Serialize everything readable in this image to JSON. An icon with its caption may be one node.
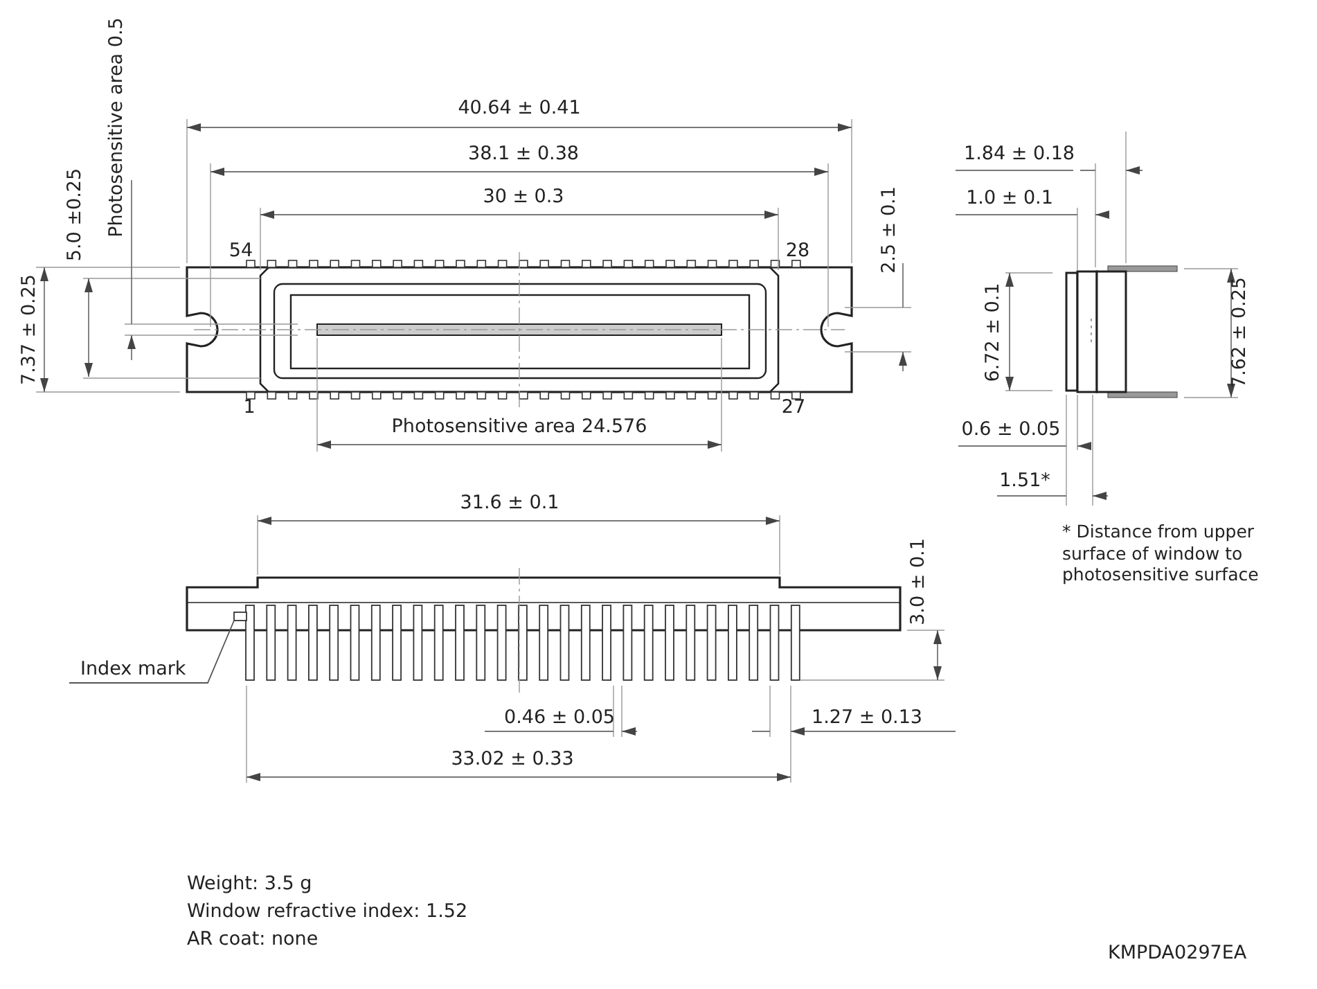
{
  "diagram": {
    "nodes": [
      {
        "text": [
          "Index mark"
        ]
      },
      {
        "text": [],
        "shape": "box"
      }
    ],
    "edges": [
      {
        "from": 0,
        "to": 1,
        "arrow": "none"
      }
    ],
    "labels": [
      "40.64 ± 0.41",
      "38.1 ± 0.38",
      "30 ± 0.3",
      "54",
      "28",
      "Photosensitive area 0.5",
      "5.0 ±0.25",
      "7.37 ± 0.25",
      "2.5 ± 0.1",
      "1",
      "27",
      "Photosensitive area 24.576",
      "1.84 ± 0.18",
      "1.0 ± 0.1",
      "6.72 ± 0.1",
      "7.62 ± 0.25",
      "0.6 ± 0.05",
      "1.51*",
      "31.6 ± 0.1",
      "3.0 ± 0.1",
      "* Distance from upper surface of window to photosensitive surface",
      "0.46 ± 0.05",
      "1.27 ± 0.13",
      "33.02 ± 0.33",
      "Weight: 3.5 g",
      "Window refractive index: 1.52",
      "AR coat: none",
      "KMPDA0297EA"
    ]
  }
}
